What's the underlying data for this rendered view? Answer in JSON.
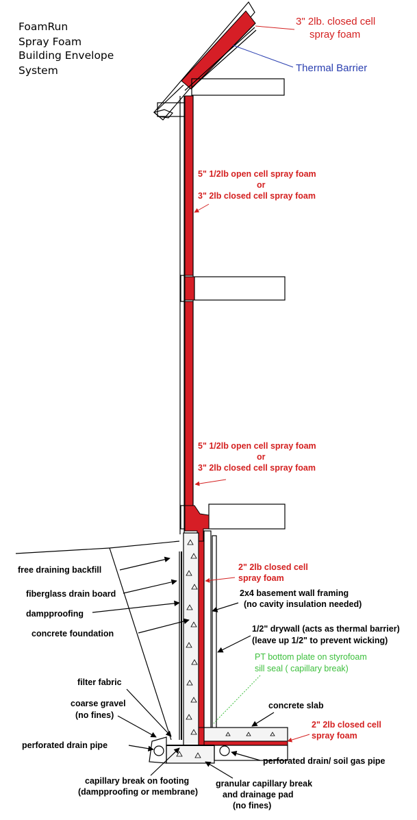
{
  "title": {
    "lines": [
      "FoamRun",
      "Spray Foam",
      "Building Envelope",
      "System"
    ]
  },
  "labels": {
    "roof_foam": [
      "3\"  2lb. closed cell",
      "spray foam"
    ],
    "thermal_barrier": "Thermal Barrier",
    "upper_wall_foam": [
      "5\"   1/2lb open cell spray foam",
      "or",
      "3\"   2lb closed cell spray foam"
    ],
    "lower_wall_foam": [
      "5\"   1/2lb open cell spray foam",
      "or",
      "3\"   2lb closed cell spray foam"
    ],
    "basement_foam": [
      "2\"  2lb closed cell",
      "spray foam"
    ],
    "wall_framing": [
      "2x4 basement wall framing",
      "(no cavity insulation needed)"
    ],
    "drywall": [
      "1/2\" drywall (acts as thermal barrier)",
      "(leave up 1/2\" to prevent wicking)"
    ],
    "bottom_plate": [
      "PT bottom plate on styrofoam",
      "sill seal ( capillary break)"
    ],
    "concrete_slab": "concrete slab",
    "slab_foam": [
      "2\" 2lb closed cell",
      "spray foam"
    ],
    "perforated_drain_soil": "perforated drain/ soil gas pipe",
    "granular_break": [
      "granular capillary break",
      "and drainage pad",
      "(no fines)"
    ],
    "capillary_footing": [
      "capillary break on footing",
      "(dampproofing or membrane)"
    ],
    "backfill": "free draining backfill",
    "drain_board": "fiberglass drain board",
    "dampproofing": "dampproofing",
    "concrete_foundation": "concrete foundation",
    "filter_fabric": "filter fabric",
    "coarse_gravel": [
      "coarse gravel",
      "(no fines)"
    ],
    "perforated_drain": "perforated drain pipe"
  }
}
